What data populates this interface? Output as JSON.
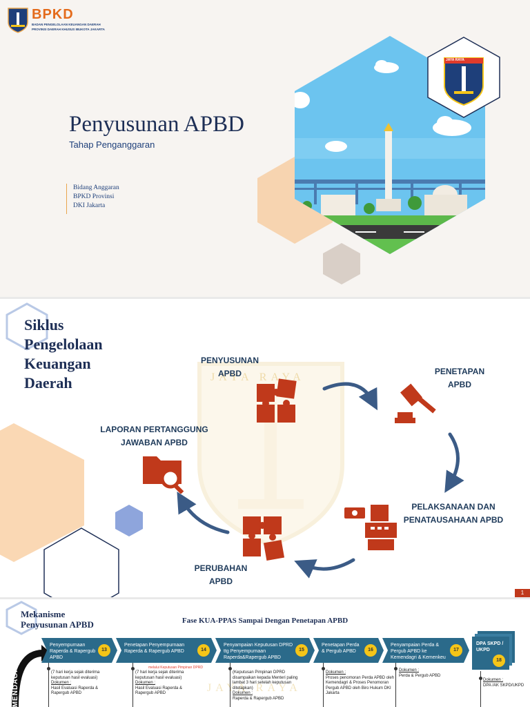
{
  "slide1": {
    "logo_text": "BPKD",
    "logo_sub1": "BADAN PENGELOLAAN KEUANGAN DAERAH",
    "logo_sub2": "PROVINSI DAERAH KHUSUS IBUKOTA JAKARTA",
    "title": "Penyusunan APBD",
    "subtitle": "Tahap Penganggaran",
    "info": [
      "Bidang Anggaran",
      "BPKD Provinsi",
      "DKI Jakarta"
    ],
    "emblem_text": "JAYA RAYA"
  },
  "slide2": {
    "title_lines": [
      "Siklus",
      "Pengelolaan",
      "Keuangan",
      "Daerah"
    ],
    "watermark": "JAYA RAYA",
    "cycle": {
      "penyusunan": [
        "PENYUSUNAN",
        "APBD"
      ],
      "penetapan": [
        "PENETAPAN",
        "APBD"
      ],
      "pelaksanaan": [
        "PELAKSANAAN DAN",
        "PENATAUSAHAAN APBD"
      ],
      "perubahan": [
        "PERUBAHAN",
        "APBD"
      ],
      "laporan": [
        "LAPORAN PERTANGGUNG",
        "JAWABAN APBD"
      ]
    },
    "page_number": "1"
  },
  "slide3": {
    "title_lines": [
      "Mekanisme",
      "Penyusunan APBD"
    ],
    "phase_title": "Fase KUA-PPAS Sampai Dengan Penetapan APBD",
    "side_label": "EVALUASI KEMENDAGRI",
    "watermark": "JAYA RAYA",
    "red_note": "melalui Keputusan Pimpinan DPRD",
    "steps": [
      {
        "label": "Penyempurnaan Raperda & Rapergub APBD",
        "num": "13"
      },
      {
        "label": "Penetapan Penyempurnaan Raperda & Rapergub APBD",
        "num": "14"
      },
      {
        "label": "Penyampaian Keputusan DPRD ttg Penyempurnaan Raperda&Rapergub APBD",
        "num": "15"
      },
      {
        "label": "Penetapan Perda & Pergub APBD",
        "num": "16"
      },
      {
        "label": "Penyampaian Perda & Pergub APBD ke Kemendagri & Kemenkeu",
        "num": "17"
      }
    ],
    "final_step": {
      "label": "DPA SKPD / UKPD",
      "num": "18"
    },
    "notes": [
      {
        "head": "(7 hari kerja sejak diterima keputusan hasil evaluasi)",
        "doc": "Dokumen :",
        "body": "Hasil Evaluasi Raperda & Rapergub APBD"
      },
      {
        "head": "(7 hari kerja sejak diterima keputusan hasil evaluasi)",
        "doc": "Dokumen :",
        "body": "Hasil Evaluasi Raperda & Rapergub APBD"
      },
      {
        "head": "(Keputusan Pimpinan DPRD disampaikan kepada Menteri paling lambat 3 hari setelah keputusan ditetapkan)",
        "doc": "Dokumen :",
        "body": "Raperda & Rapergub APBD"
      },
      {
        "head": "",
        "doc": "Dokumen :",
        "body": "Proses penomoran Perda APBD oleh Kemendagri & Proses Penomoran Pergub APBD oleh Biro Hukum DKI Jakarta"
      },
      {
        "head": "",
        "doc": "Dokumen :",
        "body": "Perda & Pergub APBD"
      },
      {
        "head": "",
        "doc": "Dokumen :",
        "body": "DPA /AK SKPD/UKPD"
      }
    ]
  },
  "colors": {
    "navy": "#1e2f56",
    "accent_orange": "#e9a54d",
    "puzzle_red": "#c0391b",
    "arrow_blue": "#3b5b86",
    "step_teal": "#2b6a8a"
  }
}
